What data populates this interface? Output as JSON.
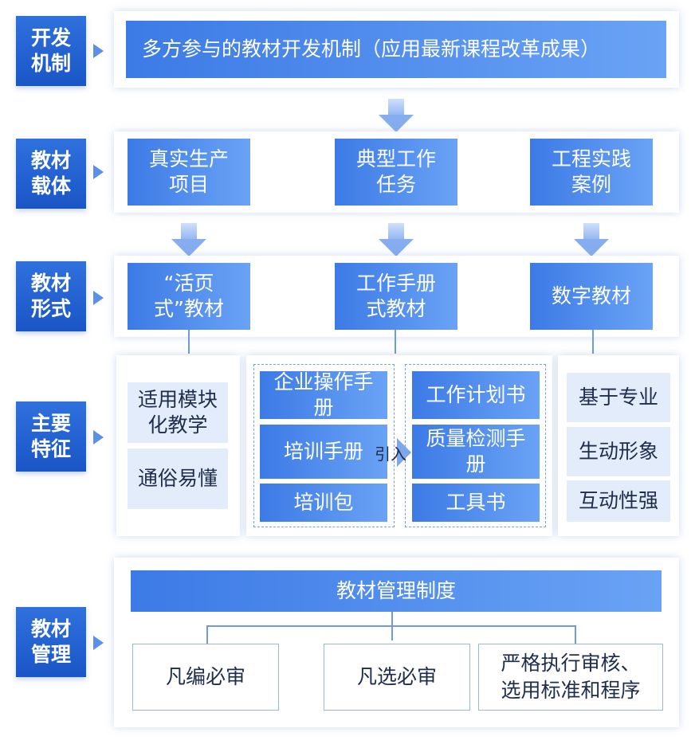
{
  "categories": [
    {
      "label": "开发机制"
    },
    {
      "label": "教材载体"
    },
    {
      "label": "教材形式"
    },
    {
      "label": "主要特征"
    },
    {
      "label": "教材管理"
    }
  ],
  "mechanism": {
    "text": "多方参与的教材开发机制（应用最新课程改革成果）"
  },
  "carriers": [
    {
      "text": "真实生产项目"
    },
    {
      "text": "典型工作任务"
    },
    {
      "text": "工程实践案例"
    }
  ],
  "forms": [
    {
      "text": "“活页式”教材"
    },
    {
      "text": "工作手册式教材"
    },
    {
      "text": "数字教材"
    }
  ],
  "features": {
    "loose_leaf": [
      "适用模块化教学",
      "通俗易懂"
    ],
    "workbook_left": [
      "企业操作手册",
      "培训手册",
      "培训包"
    ],
    "intro_label": "引入",
    "workbook_right": [
      "工作计划书",
      "质量检测手册",
      "工具书"
    ],
    "digital": [
      "基于专业",
      "生动形象",
      "互动性强"
    ]
  },
  "management": {
    "system": "教材管理制度",
    "rules": [
      "凡编必审",
      "凡选必审",
      "严格执行审核、选用标准和程序"
    ]
  },
  "colors": {
    "category_bg": "#1a55c6",
    "box_blue": "#3c7ae6",
    "light_box": "#e3ecfa",
    "arrow": "#86adf0"
  }
}
